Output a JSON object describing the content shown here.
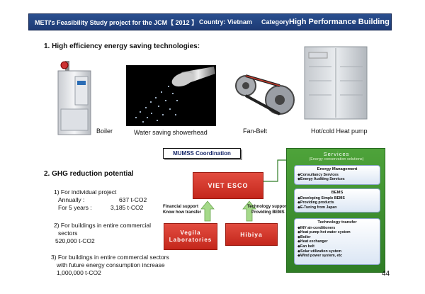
{
  "banner": {
    "project": "METI's Feasibility Study project  for the JCM【 2012 】",
    "country": "Country: Vietnam",
    "category_label": "Category:",
    "category_value": "High Performance Building"
  },
  "section1": {
    "heading": "1. High efficiency energy saving technologies:",
    "captions": {
      "boiler": "Boiler",
      "shower": "Water saving showerhead",
      "fanbelt": "Fan-Belt",
      "heatpump": "Hot/cold Heat pump"
    }
  },
  "section2": {
    "heading": "2. GHG reduction potential",
    "item1_title": "1) For individual project",
    "item1_annual_label": "Annually :",
    "item1_annual_value": "637 t-CO2",
    "item1_5y_label": "For 5 years :",
    "item1_5y_value": "3,185 t-CO2",
    "item2_line1": "2) For buildings in entire commercial",
    "item2_line2": "sectors",
    "item2_value": "520,000 t-CO2",
    "item3_line1": "3) For buildings in entire commercial sectors",
    "item3_line2": "with future energy consumption increase",
    "item3_value": "1,000,000 t-CO2"
  },
  "diagram": {
    "mumss": "MUMSS Coordination",
    "viet_esco": "VIET ESCO",
    "vegila_line1": "Vegila",
    "vegila_line2": "Laboratories",
    "hibiya": "Hibiya",
    "financial_line1": "Financial support",
    "financial_line2": "Know how transfer",
    "technology_line1": "Technology support",
    "technology_line2": "Providing BEMS"
  },
  "services": {
    "title": "Services",
    "subtitle": "(Energy conservation solutions)",
    "energy_mgmt": {
      "title": "Energy Management",
      "items": [
        "◆Consultancy Services",
        "◆Energy Auditing Services"
      ]
    },
    "bems": {
      "title": "BEMS",
      "items": [
        "◆Developing Simple BEMS",
        "◆Providing products",
        "◆E-Tuning from Japan"
      ]
    },
    "tech_transfer": {
      "title": "Technology transfer",
      "items": [
        "◆INV air-conditioners",
        "◆Heat pump hot water system",
        "◆Boiler",
        "◆Heat exchanger",
        "◆Fan belt",
        "◆Solar utilization system",
        "◆Wind power system, etc"
      ]
    }
  },
  "page_number": "44",
  "colors": {
    "banner": "#1d3a74",
    "red_box": "#d0342a",
    "services_green": "#3f9030",
    "arrow_green": "#a5d98a"
  }
}
